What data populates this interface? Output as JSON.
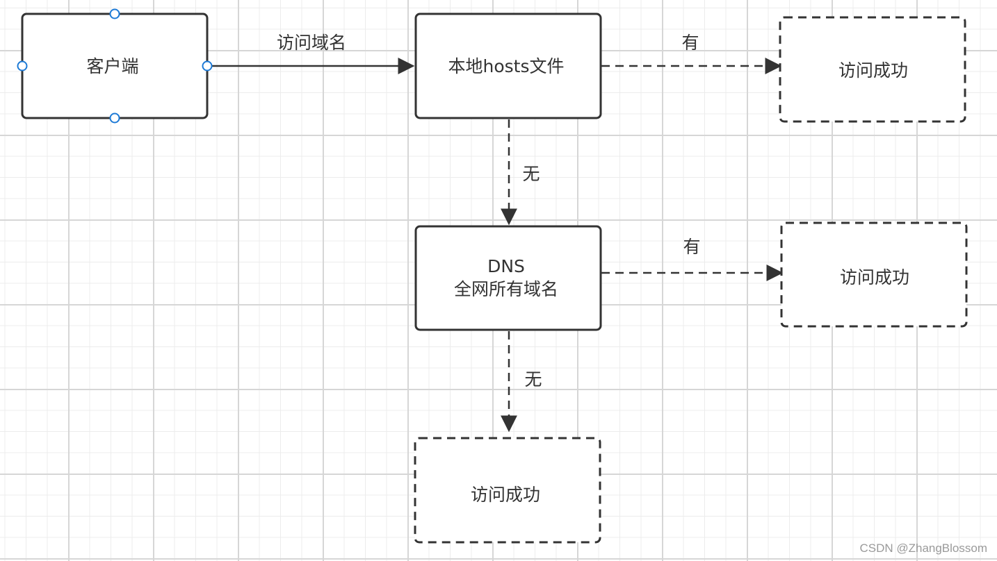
{
  "nodes": {
    "client": {
      "label": "客户端"
    },
    "hosts": {
      "label": "本地hosts文件"
    },
    "dns": {
      "line1": "DNS",
      "line2": "全网所有域名"
    },
    "success_hosts": {
      "label": "访问成功"
    },
    "success_dns": {
      "label": "访问成功"
    },
    "success_bottom": {
      "label": "访问成功"
    }
  },
  "edges": {
    "client_to_hosts": {
      "label": "访问域名"
    },
    "hosts_to_success": {
      "label": "有"
    },
    "hosts_to_dns": {
      "label": "无"
    },
    "dns_to_success": {
      "label": "有"
    },
    "dns_to_bottom": {
      "label": "无"
    }
  },
  "watermark": {
    "text": "CSDN @ZhangBlossom"
  },
  "colors": {
    "stroke": "#333333",
    "handle": "#1d7ad6",
    "grid_major": "#d6d6d6",
    "grid_minor": "#ececec"
  }
}
